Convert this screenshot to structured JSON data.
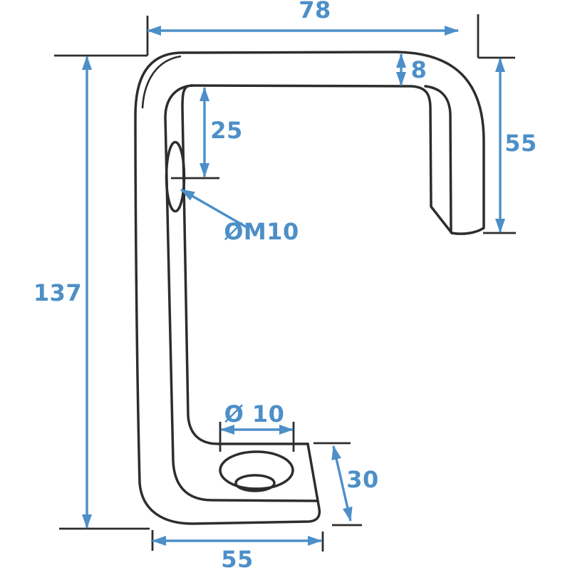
{
  "drawing": {
    "title": "bracket-dimension-drawing",
    "colors": {
      "dimension_blue": "#4d8fc8",
      "outline_black": "#2d2d2d",
      "background": "#ffffff"
    },
    "dimensions": {
      "top_width": "78",
      "top_thickness": "8",
      "thread_hole_offset": "25",
      "right_side_height": "55",
      "total_height": "137",
      "thread_hole_label": "ØM10",
      "foot_hole_label": "Ø 10",
      "foot_depth": "30",
      "foot_length": "55"
    }
  }
}
